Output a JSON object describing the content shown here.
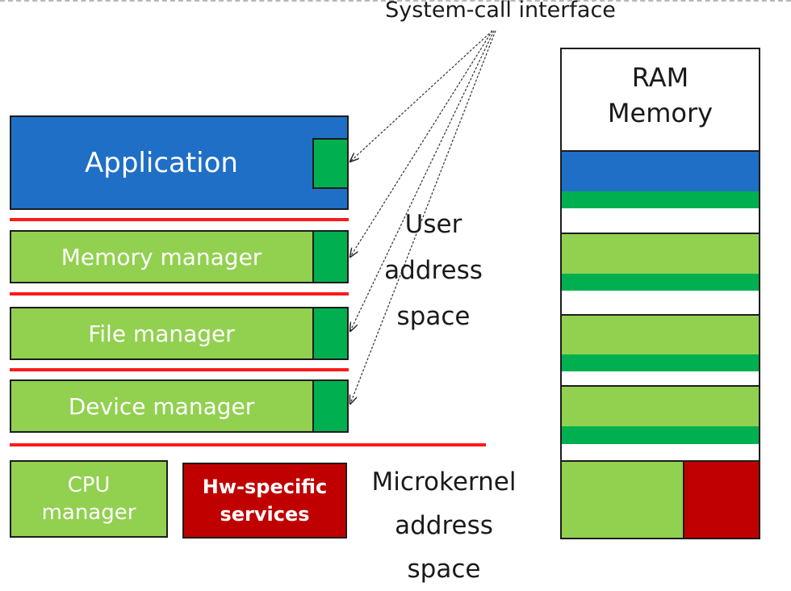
{
  "title": "System-call interface",
  "layers": {
    "application": "Application",
    "memory_manager": "Memory manager",
    "file_manager": "File manager",
    "device_manager": "Device manager",
    "cpu_manager": "CPU\nmanager",
    "hw_services": "Hw-specific\nservices"
  },
  "user_space_label": "User\naddress\nspace",
  "microkernel_label": "Microkernel\naddress\nspace",
  "ram_label": "RAM\nMemory",
  "colors": {
    "application": "#1f6fc6",
    "manager": "#92d050",
    "interface": "#00b050",
    "hardware": "#c00000",
    "separator": "#ff1a1a"
  }
}
